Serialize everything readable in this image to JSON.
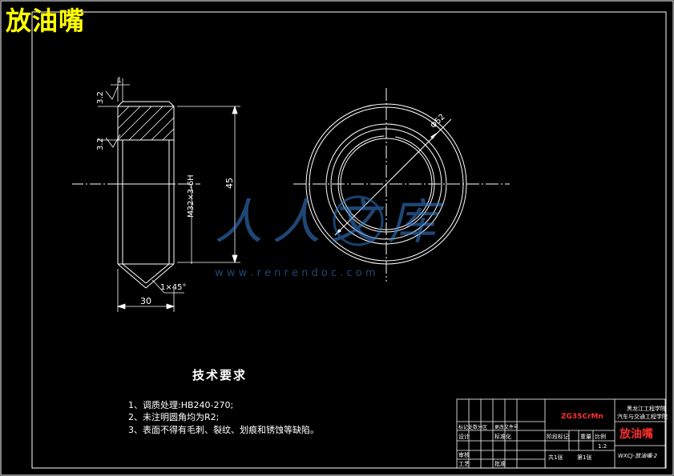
{
  "overlay_title": "放油嘴",
  "dimensions": {
    "top_width": "1",
    "roughness_upper": "3.2",
    "roughness_lower": "3.2",
    "thread": "M32×3-6H",
    "length": "45",
    "chamfer": "1×45°",
    "width": "30",
    "diameter": "Φ52"
  },
  "watermark": {
    "brand": "人人文库",
    "url": "w w w . r e n r e n d o c . c o m"
  },
  "tech_req": {
    "title": "技术要求",
    "items": [
      "1、调质处理:HB240-270;",
      "2、未注明圆角均为R2;",
      "3、表面不得有毛刺、裂纹、划痕和锈蚀等缺陷。"
    ]
  },
  "title_block": {
    "material": "ZG35CrMn",
    "school": "黑龙江工程学院",
    "department": "汽车与交通工程学院",
    "part_name": "放油嘴",
    "drawing_no": "WXCJ-放油嘴-2",
    "scale": "1:2",
    "sheets_total": "共1张",
    "sheet_no": "第1张",
    "stage_label": "阶段标记",
    "weight_label": "重量",
    "scale_label": "比例",
    "designer_label": "设计",
    "checker_label": "审核",
    "process_label": "工艺",
    "std_label": "标准化",
    "approve_label": "批准",
    "mark_label": "标记处数分区",
    "change_label": "更改文件号"
  }
}
